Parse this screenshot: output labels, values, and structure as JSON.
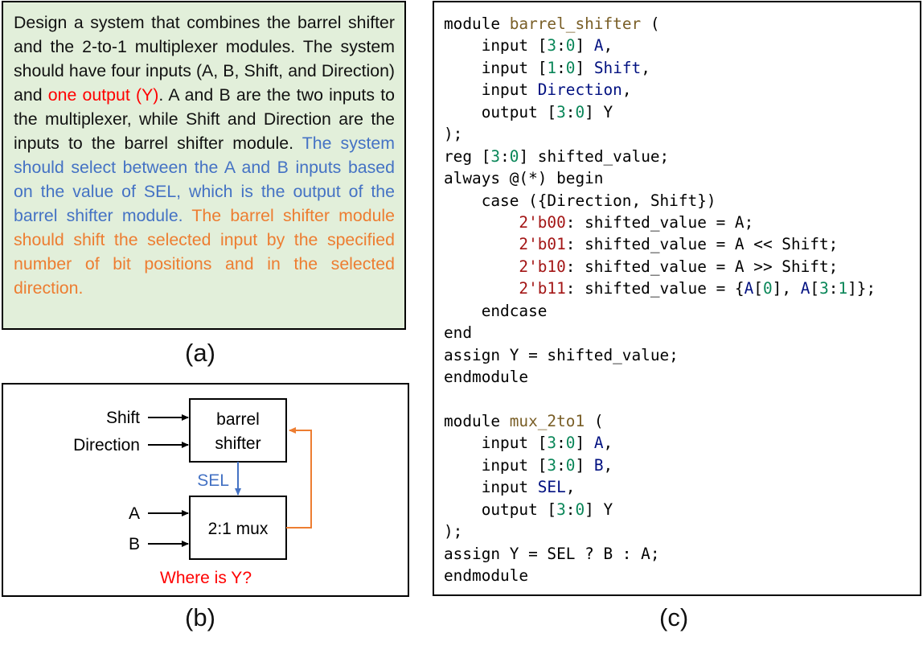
{
  "panel_a": {
    "segments": [
      {
        "text": "Design a system that combines the barrel shifter and the 2-to-1 multiplexer modules. The system should have four inputs (A, B, Shift, and Direction) and ",
        "color": "default"
      },
      {
        "text": "one output (Y)",
        "color": "red"
      },
      {
        "text": ". A and B are the two inputs to the multiplexer, while Shift and Direction are the inputs to the barrel shifter module. ",
        "color": "default"
      },
      {
        "text": "The system should select between the A and B inputs based on the value of SEL, which is the output of the barrel shifter module.",
        "color": "blue"
      },
      {
        "text": " The barrel shifter module should shift the selected input by the specified number of bit positions and in the selected direction.",
        "color": "orange"
      }
    ],
    "caption": "(a)"
  },
  "panel_b": {
    "inputs_left_top": [
      "Shift",
      "Direction"
    ],
    "inputs_left_bottom": [
      "A",
      "B"
    ],
    "block_shifter": [
      "barrel",
      "shifter"
    ],
    "block_mux": "2:1 mux",
    "signal_label": "SEL",
    "question": "Where is Y?",
    "caption": "(b)"
  },
  "panel_c": {
    "lines": [
      [
        {
          "t": "module ",
          "c": ""
        },
        {
          "t": "barrel_shifter",
          "c": "mod"
        },
        {
          "t": " (",
          "c": ""
        }
      ],
      [
        {
          "t": "    input [",
          "c": ""
        },
        {
          "t": "3",
          "c": "num"
        },
        {
          "t": ":",
          "c": ""
        },
        {
          "t": "0",
          "c": "num"
        },
        {
          "t": "] ",
          "c": ""
        },
        {
          "t": "A",
          "c": "id"
        },
        {
          "t": ",",
          "c": ""
        }
      ],
      [
        {
          "t": "    input [",
          "c": ""
        },
        {
          "t": "1",
          "c": "num"
        },
        {
          "t": ":",
          "c": ""
        },
        {
          "t": "0",
          "c": "num"
        },
        {
          "t": "] ",
          "c": ""
        },
        {
          "t": "Shift",
          "c": "id"
        },
        {
          "t": ",",
          "c": ""
        }
      ],
      [
        {
          "t": "    input ",
          "c": ""
        },
        {
          "t": "Direction",
          "c": "id"
        },
        {
          "t": ",",
          "c": ""
        }
      ],
      [
        {
          "t": "    output [",
          "c": ""
        },
        {
          "t": "3",
          "c": "num"
        },
        {
          "t": ":",
          "c": ""
        },
        {
          "t": "0",
          "c": "num"
        },
        {
          "t": "] Y",
          "c": ""
        }
      ],
      [
        {
          "t": ");",
          "c": ""
        }
      ],
      [
        {
          "t": "reg [",
          "c": ""
        },
        {
          "t": "3",
          "c": "num"
        },
        {
          "t": ":",
          "c": ""
        },
        {
          "t": "0",
          "c": "num"
        },
        {
          "t": "] shifted_value;",
          "c": ""
        }
      ],
      [
        {
          "t": "always @(*) begin",
          "c": ""
        }
      ],
      [
        {
          "t": "    case ({Direction, Shift})",
          "c": ""
        }
      ],
      [
        {
          "t": "        ",
          "c": ""
        },
        {
          "t": "2'b00",
          "c": "lit"
        },
        {
          "t": ": shifted_value = A;",
          "c": ""
        }
      ],
      [
        {
          "t": "        ",
          "c": ""
        },
        {
          "t": "2'b01",
          "c": "lit"
        },
        {
          "t": ": shifted_value = A << Shift;",
          "c": ""
        }
      ],
      [
        {
          "t": "        ",
          "c": ""
        },
        {
          "t": "2'b10",
          "c": "lit"
        },
        {
          "t": ": shifted_value = A >> Shift;",
          "c": ""
        }
      ],
      [
        {
          "t": "        ",
          "c": ""
        },
        {
          "t": "2'b11",
          "c": "lit"
        },
        {
          "t": ": shifted_value = {",
          "c": ""
        },
        {
          "t": "A",
          "c": "id"
        },
        {
          "t": "[",
          "c": ""
        },
        {
          "t": "0",
          "c": "num"
        },
        {
          "t": "], ",
          "c": ""
        },
        {
          "t": "A",
          "c": "id"
        },
        {
          "t": "[",
          "c": ""
        },
        {
          "t": "3",
          "c": "num"
        },
        {
          "t": ":",
          "c": ""
        },
        {
          "t": "1",
          "c": "num"
        },
        {
          "t": "]};",
          "c": ""
        }
      ],
      [
        {
          "t": "    endcase",
          "c": ""
        }
      ],
      [
        {
          "t": "end",
          "c": ""
        }
      ],
      [
        {
          "t": "assign Y = shifted_value;",
          "c": ""
        }
      ],
      [
        {
          "t": "endmodule",
          "c": ""
        }
      ],
      [
        {
          "t": "",
          "c": ""
        }
      ],
      [
        {
          "t": "module ",
          "c": ""
        },
        {
          "t": "mux_2to1",
          "c": "mod"
        },
        {
          "t": " (",
          "c": ""
        }
      ],
      [
        {
          "t": "    input [",
          "c": ""
        },
        {
          "t": "3",
          "c": "num"
        },
        {
          "t": ":",
          "c": ""
        },
        {
          "t": "0",
          "c": "num"
        },
        {
          "t": "] ",
          "c": ""
        },
        {
          "t": "A",
          "c": "id"
        },
        {
          "t": ",",
          "c": ""
        }
      ],
      [
        {
          "t": "    input [",
          "c": ""
        },
        {
          "t": "3",
          "c": "num"
        },
        {
          "t": ":",
          "c": ""
        },
        {
          "t": "0",
          "c": "num"
        },
        {
          "t": "] ",
          "c": ""
        },
        {
          "t": "B",
          "c": "id"
        },
        {
          "t": ",",
          "c": ""
        }
      ],
      [
        {
          "t": "    input ",
          "c": ""
        },
        {
          "t": "SEL",
          "c": "id"
        },
        {
          "t": ",",
          "c": ""
        }
      ],
      [
        {
          "t": "    output [",
          "c": ""
        },
        {
          "t": "3",
          "c": "num"
        },
        {
          "t": ":",
          "c": ""
        },
        {
          "t": "0",
          "c": "num"
        },
        {
          "t": "] Y",
          "c": ""
        }
      ],
      [
        {
          "t": ");",
          "c": ""
        }
      ],
      [
        {
          "t": "assign Y = SEL ? B : A;",
          "c": ""
        }
      ],
      [
        {
          "t": "endmodule",
          "c": ""
        }
      ]
    ],
    "caption": "(c)"
  },
  "colors": {
    "panel_a_background": "#E2EFDA",
    "red": "#FF0000",
    "blue": "#4472C4",
    "orange": "#ED7D31",
    "code_module_name": "#795E26",
    "code_number": "#098658",
    "code_identifier": "#001080",
    "code_literal": "#A31515"
  }
}
